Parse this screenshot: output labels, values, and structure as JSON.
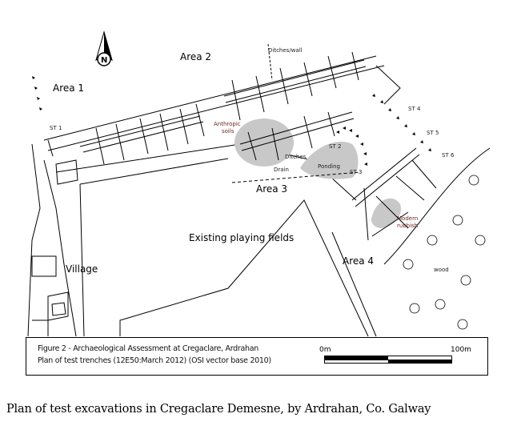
{
  "map": {
    "north_label": "N",
    "labels": {
      "area1": "Area 1",
      "area2": "Area 2",
      "area3": "Area 3",
      "area4": "Area 4",
      "ditches_wall": "Ditches/wall",
      "anthropic": "Anthropic",
      "soils": "soils",
      "ditches": "Ditches",
      "drain": "Drain",
      "ponding": "Ponding",
      "st1": "ST 1",
      "st2": "ST 2",
      "st3": "ST 3",
      "st4": "ST 4",
      "st5": "ST 5",
      "st6": "ST 6",
      "modern": "Modern",
      "rubbish": "rubbish",
      "playing_fields": "Existing playing fields",
      "village": "Village",
      "wood": "wood"
    }
  },
  "legend": {
    "line1": "Figure 2 - Archaeological Assessment at Cregaclare, Ardrahan",
    "line2": "Plan of test trenches (12E50:March 2012) (OSI vector base 2010)",
    "scale_start": "0m",
    "scale_end": "100m"
  },
  "caption": "Plan of test excavations in Cregaclare Demesne, by Ardrahan, Co. Galway"
}
